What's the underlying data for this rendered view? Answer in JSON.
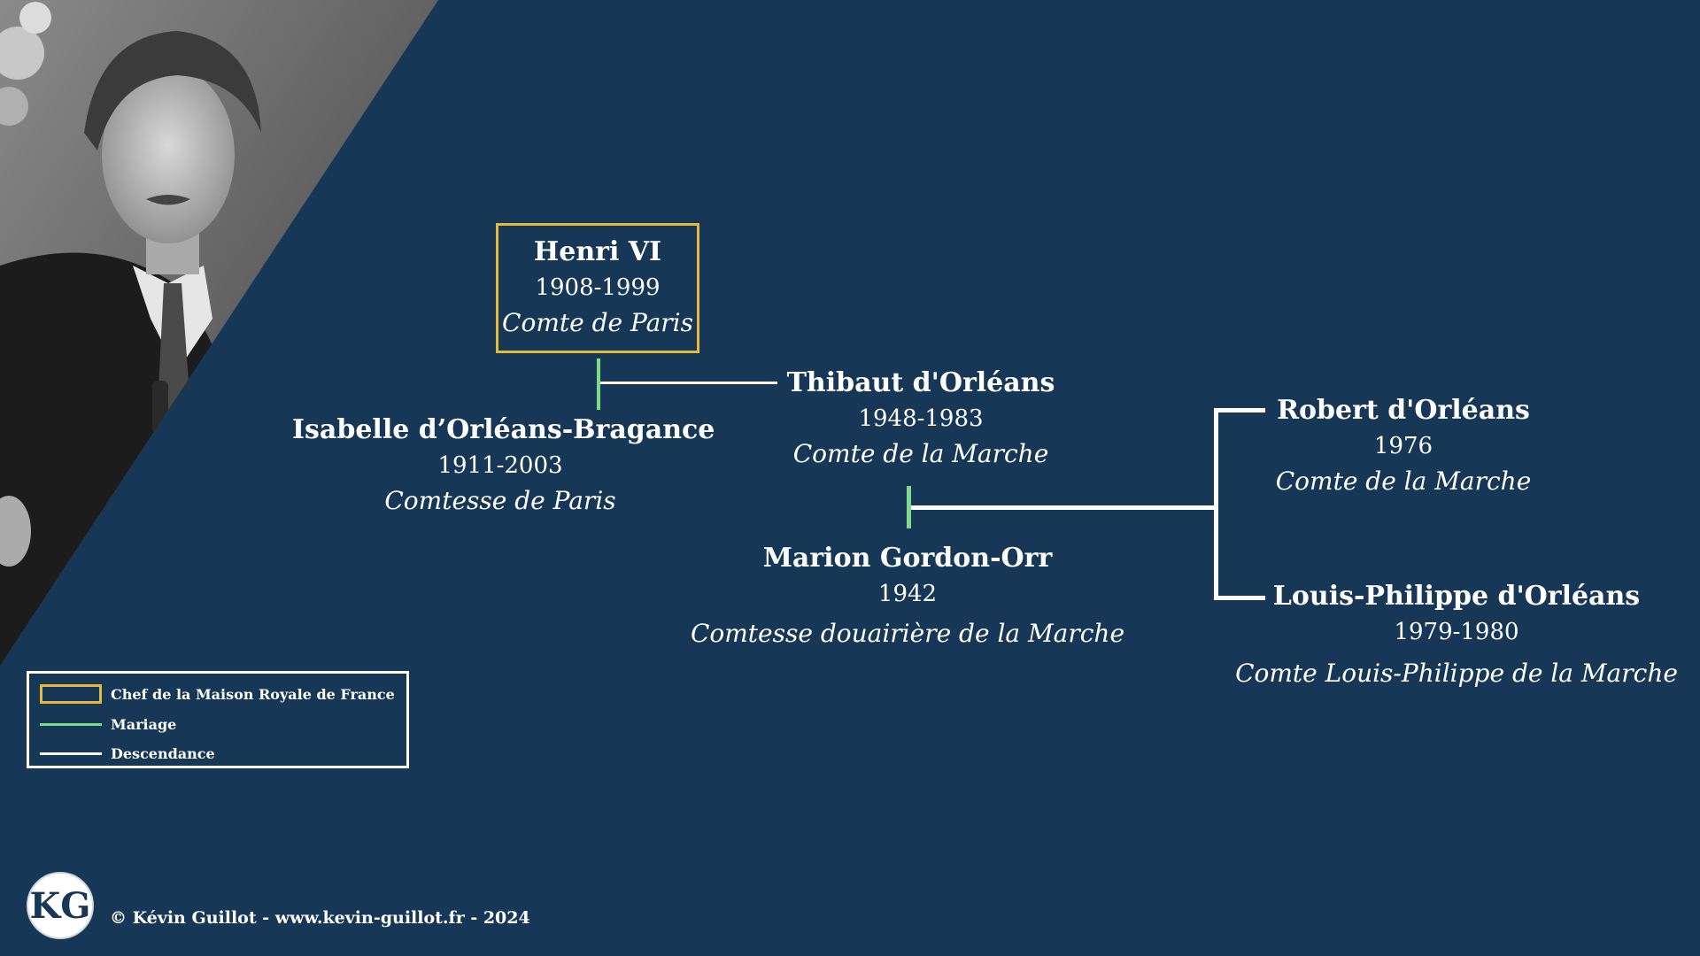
{
  "people": {
    "henri": {
      "name": "Henri VI",
      "years": "1908-1999",
      "title": "Comte de Paris"
    },
    "isabelle": {
      "name": "Isabelle d’Orléans-Bragance",
      "years": "1911-2003",
      "title": "Comtesse de Paris"
    },
    "thibaut": {
      "name": "Thibaut d'Orléans",
      "years": "1948-1983",
      "title": "Comte de la Marche"
    },
    "marion": {
      "name": "Marion Gordon-Orr",
      "years": "1942",
      "title": "Comtesse douairière de la Marche"
    },
    "robert": {
      "name": "Robert d'Orléans",
      "years": "1976",
      "title": "Comte de la Marche"
    },
    "louis_philippe": {
      "name": "Louis-Philippe d'Orléans",
      "years": "1979-1980",
      "title": "Comte Louis-Philippe de la Marche"
    }
  },
  "legend": {
    "chef": "Chef  de la Maison Royale de France",
    "mariage": "Mariage",
    "descendance": "Descendance"
  },
  "footer": {
    "logo": "KG",
    "credit": "© Kévin Guillot - www.kevin-guillot.fr - 2024"
  },
  "colors": {
    "background": "#173756",
    "head_of_house": "#e5b93c",
    "marriage": "#7ddb8a",
    "descent": "#ffffff"
  }
}
